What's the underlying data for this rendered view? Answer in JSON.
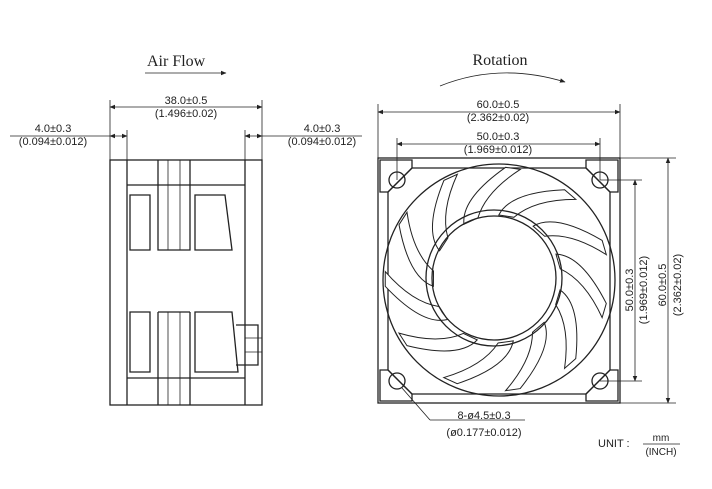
{
  "side_view": {
    "airflow_label": "Air Flow",
    "depth": {
      "mm": "38.0±0.5",
      "inch": "(1.496±0.02)"
    },
    "left_flange": {
      "mm": "4.0±0.3",
      "inch": "(0.094±0.012)"
    },
    "right_flange": {
      "mm": "4.0±0.3",
      "inch": "(0.094±0.012)"
    }
  },
  "front_view": {
    "rotation_label": "Rotation",
    "frame_width": {
      "mm": "60.0±0.5",
      "inch": "(2.362±0.02)"
    },
    "hole_spacing": {
      "mm": "50.0±0.3",
      "inch": "(1.969±0.012)"
    },
    "hole_spacing_vertical": {
      "mm": "50.0±0.3",
      "inch": "(1.969±0.012)"
    },
    "frame_height": {
      "mm": "60.0±0.5",
      "inch": "(2.362±0.02)"
    },
    "holes": {
      "mm": "8-ø4.5±0.3",
      "inch": "(ø0.177±0.012)"
    },
    "blade_count": 11
  },
  "units": {
    "label": "UNIT :",
    "primary": "mm",
    "secondary": "(INCH)"
  }
}
